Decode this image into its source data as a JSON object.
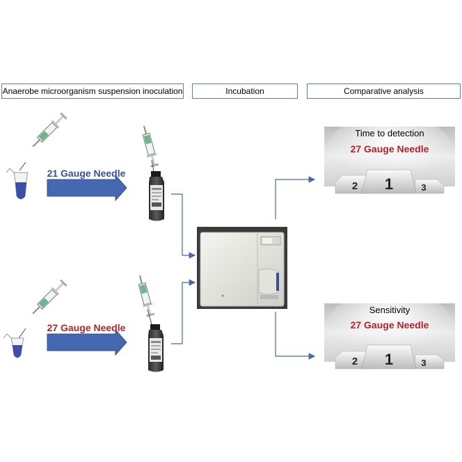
{
  "headers": {
    "inoculation": "Anaerobe microorganism suspension inoculation",
    "incubation": "Incubation",
    "analysis": "Comparative analysis"
  },
  "arrows": {
    "top_needle": "21 Gauge Needle",
    "bottom_needle": "27 Gauge Needle"
  },
  "podiums": {
    "top": {
      "title": "Time to detection",
      "winner": "27 Gauge Needle",
      "ranks": [
        "2",
        "1",
        "3"
      ]
    },
    "bottom": {
      "title": "Sensitivity",
      "winner": "27 Gauge Needle",
      "ranks": [
        "2",
        "1",
        "3"
      ]
    }
  },
  "colors": {
    "header_border": "#5b7db8",
    "needle_21": "#3a4f9a",
    "needle_27": "#b3232b",
    "arrow_fill": "#4668b0",
    "connector": "#4668b0",
    "tube_liquid": "#3d4ea8"
  },
  "icons": [
    "syringe-icon",
    "tube-icon",
    "blood-culture-bottle-icon",
    "incubator-icon",
    "podium-icon"
  ]
}
